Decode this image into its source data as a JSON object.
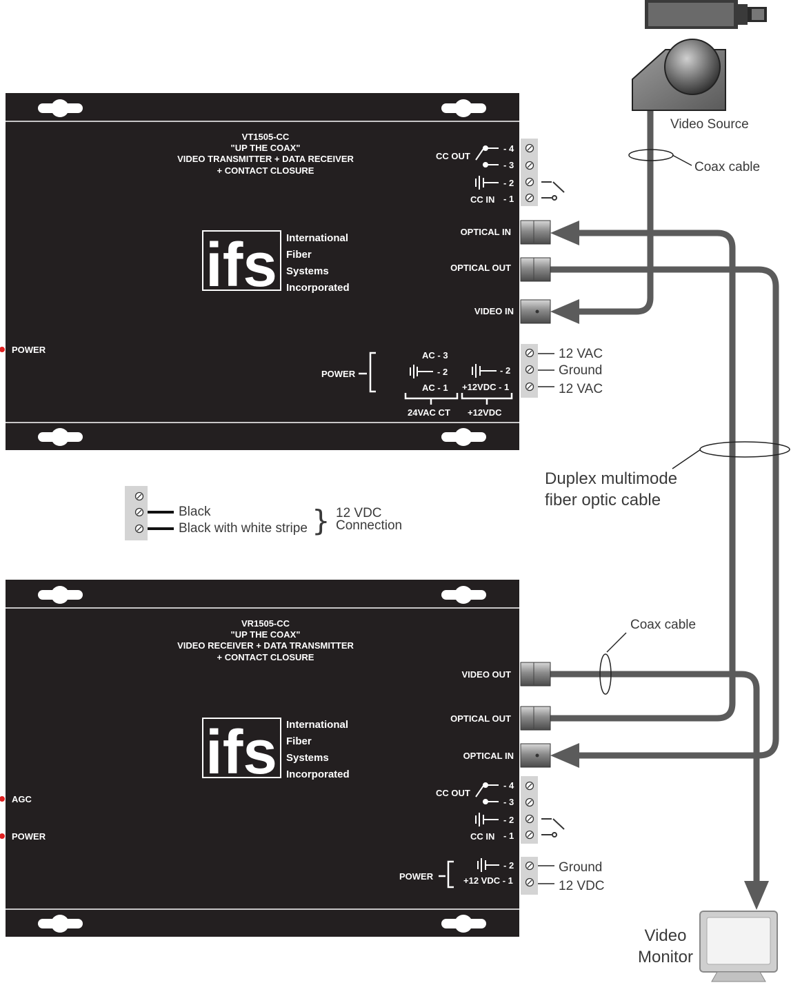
{
  "transmitter": {
    "title": [
      "VT1505-CC",
      "\"UP THE COAX\"",
      "VIDEO TRANSMITTER  +  DATA RECEIVER",
      "+ CONTACT CLOSURE"
    ],
    "power_led": "POWER",
    "cc_out": "CC OUT",
    "cc_in": "CC IN",
    "pins": [
      "- 4",
      "- 3",
      "- 2",
      "- 1"
    ],
    "optical_in": "OPTICAL IN",
    "optical_out": "OPTICAL OUT",
    "video_in": "VIDEO IN",
    "power_label": "POWER",
    "ac3": "AC - 3",
    "ac2": "- 2",
    "ac1": "AC - 1",
    "dc2": "- 2",
    "dc1": "+12VDC - 1",
    "ac_group": "24VAC CT",
    "dc_group": "+12VDC"
  },
  "receiver": {
    "title": [
      "VR1505-CC",
      "\"UP THE COAX\"",
      "VIDEO RECEIVER  +  DATA TRANSMITTER",
      "+ CONTACT CLOSURE"
    ],
    "agc_led": "AGC",
    "power_led": "POWER",
    "video_out": "VIDEO OUT",
    "optical_out": "OPTICAL OUT",
    "optical_in": "OPTICAL IN",
    "cc_out": "CC OUT",
    "cc_in": "CC IN",
    "pins": [
      "- 4",
      "- 3",
      "- 2",
      "- 1"
    ],
    "power_label": "POWER",
    "pw2": "- 2",
    "pw1": "+12 VDC - 1"
  },
  "logo": {
    "mark": "ifs",
    "lines": [
      "International",
      "Fiber",
      "Systems",
      "Incorporated"
    ]
  },
  "legend": {
    "black": "Black",
    "stripe": "Black with white stripe",
    "connection": [
      "12 VDC",
      "Connection"
    ]
  },
  "annotations": {
    "video_source": "Video Source",
    "coax_top": "Coax cable",
    "coax_bottom": "Coax cable",
    "vac_top": "12 VAC",
    "ground_top": "Ground",
    "vac_bottom": "12 VAC",
    "duplex": [
      "Duplex multimode",
      "fiber optic cable"
    ],
    "ground_rx": "Ground",
    "vdc_rx": "12 VDC",
    "monitor": [
      "Video",
      "Monitor"
    ]
  }
}
